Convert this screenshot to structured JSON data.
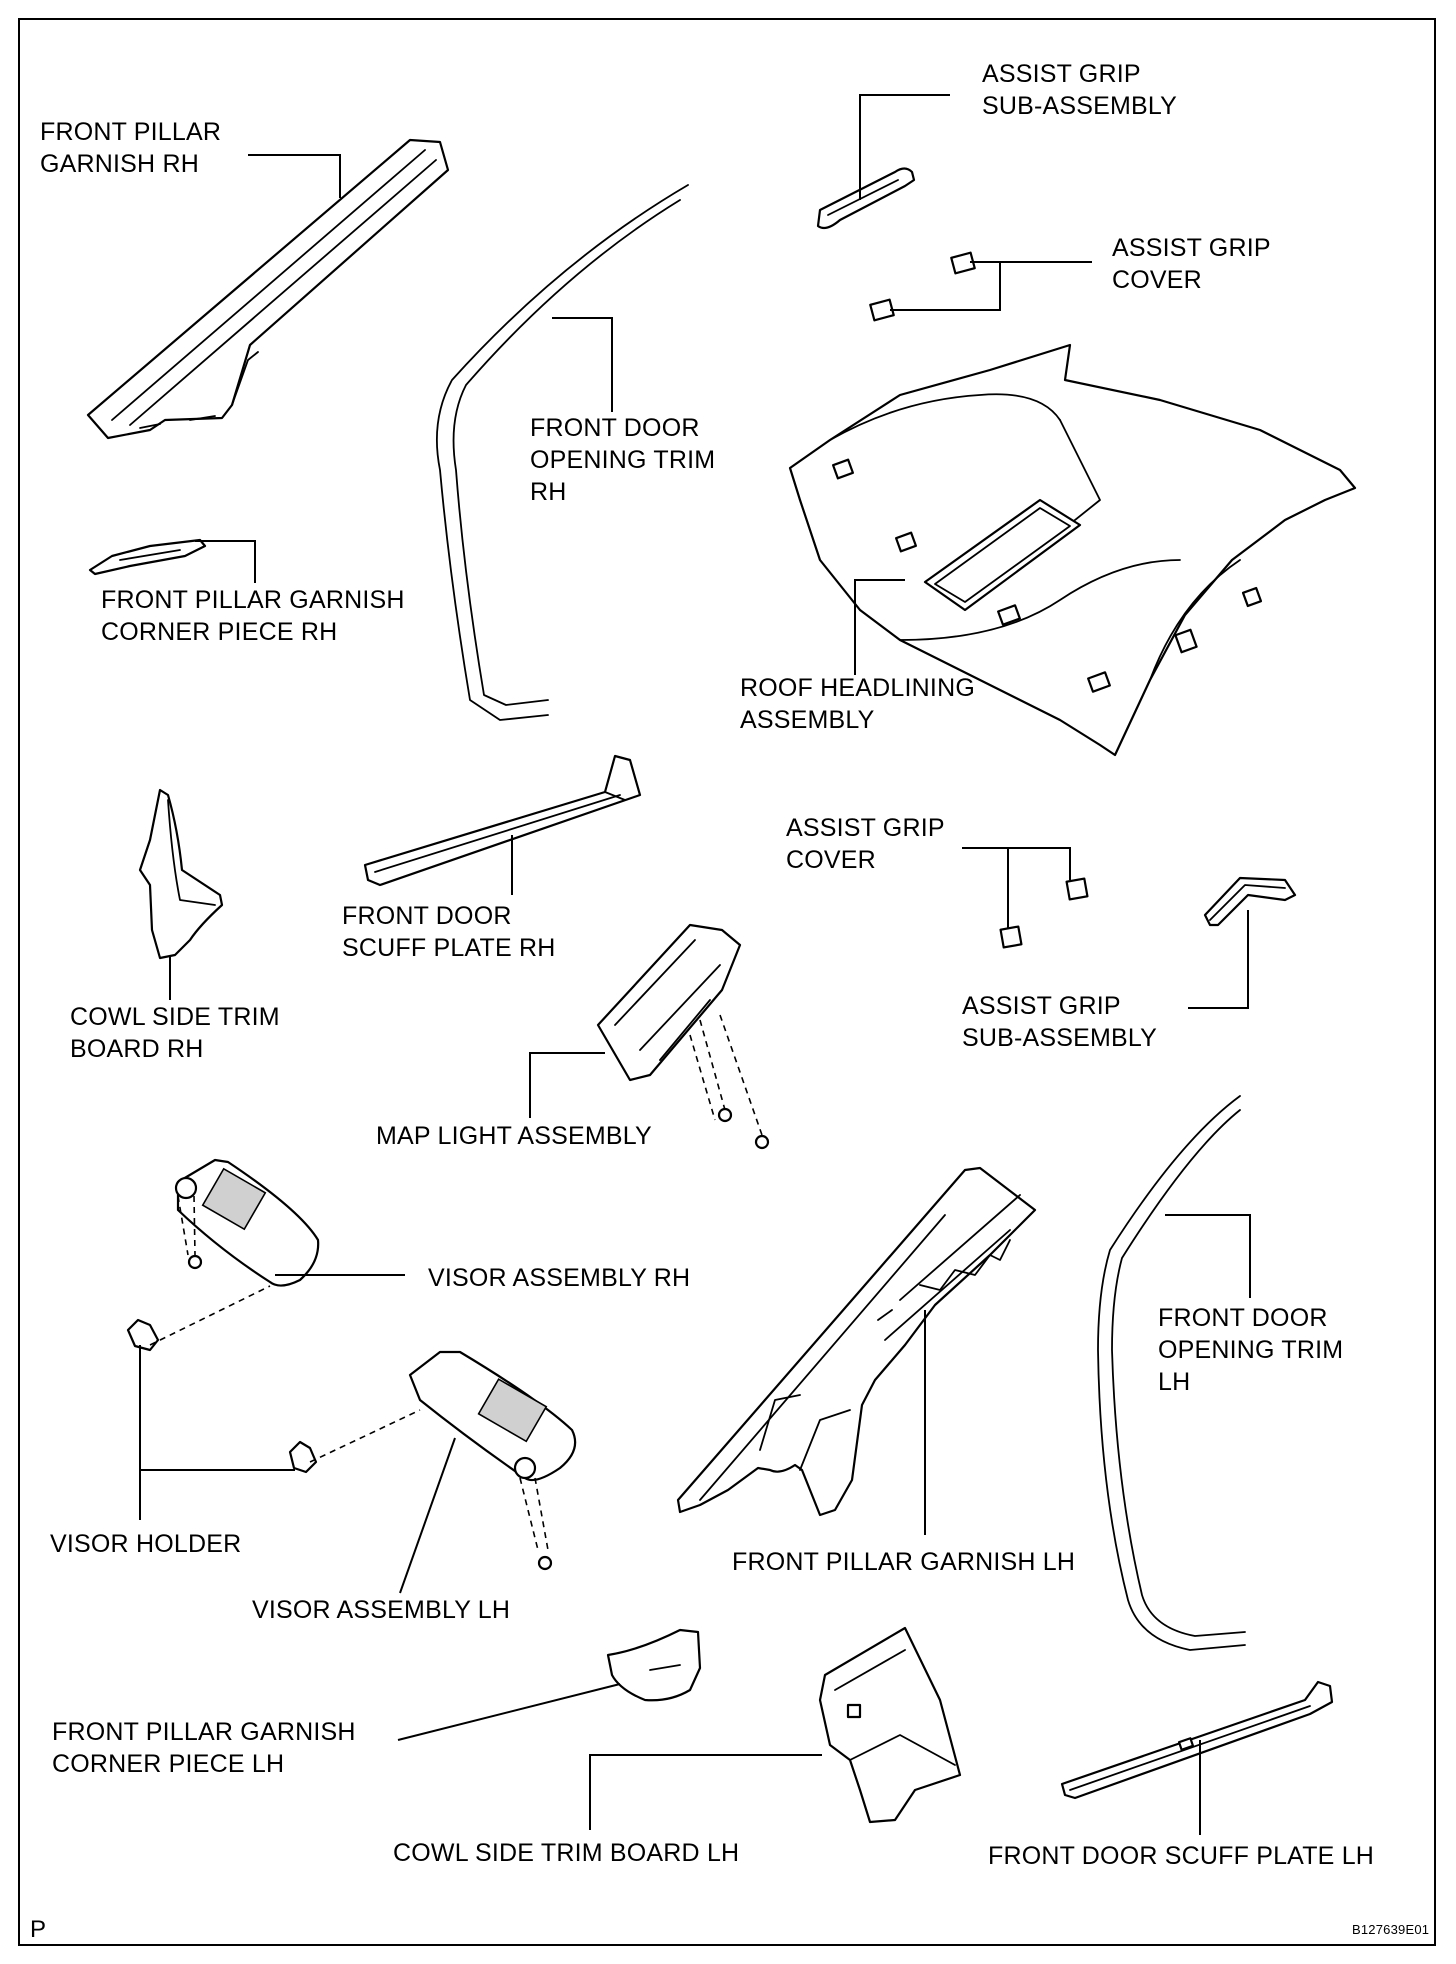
{
  "labels": {
    "front_pillar_garnish_rh": [
      "FRONT PILLAR",
      "GARNISH RH"
    ],
    "front_pillar_garnish_corner_piece_rh": [
      "FRONT PILLAR GARNISH",
      "CORNER PIECE RH"
    ],
    "front_door_opening_trim_rh": [
      "FRONT DOOR",
      "OPENING TRIM",
      "RH"
    ],
    "assist_grip_sub_assembly_top": [
      "ASSIST GRIP",
      "SUB-ASSEMBLY"
    ],
    "assist_grip_cover_top": [
      "ASSIST GRIP",
      "COVER"
    ],
    "roof_headlining_assembly": [
      "ROOF HEADLINING",
      "ASSEMBLY"
    ],
    "cowl_side_trim_board_rh": [
      "COWL SIDE TRIM",
      "BOARD RH"
    ],
    "front_door_scuff_plate_rh": [
      "FRONT DOOR",
      "SCUFF PLATE RH"
    ],
    "assist_grip_cover_mid": [
      "ASSIST GRIP",
      "COVER"
    ],
    "assist_grip_sub_assembly_mid": [
      "ASSIST GRIP",
      "SUB-ASSEMBLY"
    ],
    "map_light_assembly": "MAP LIGHT ASSEMBLY",
    "visor_assembly_rh": "VISOR ASSEMBLY RH",
    "front_door_opening_trim_lh": [
      "FRONT DOOR",
      "OPENING TRIM",
      "LH"
    ],
    "visor_holder": "VISOR HOLDER",
    "visor_assembly_lh": "VISOR ASSEMBLY LH",
    "front_pillar_garnish_lh": "FRONT PILLAR GARNISH LH",
    "front_pillar_garnish_corner_piece_lh": [
      "FRONT PILLAR GARNISH",
      "CORNER PIECE LH"
    ],
    "cowl_side_trim_board_lh": "COWL SIDE TRIM BOARD LH",
    "front_door_scuff_plate_lh": "FRONT DOOR SCUFF PLATE LH"
  },
  "corner_mark": "P",
  "figure_code": "B127639E01"
}
